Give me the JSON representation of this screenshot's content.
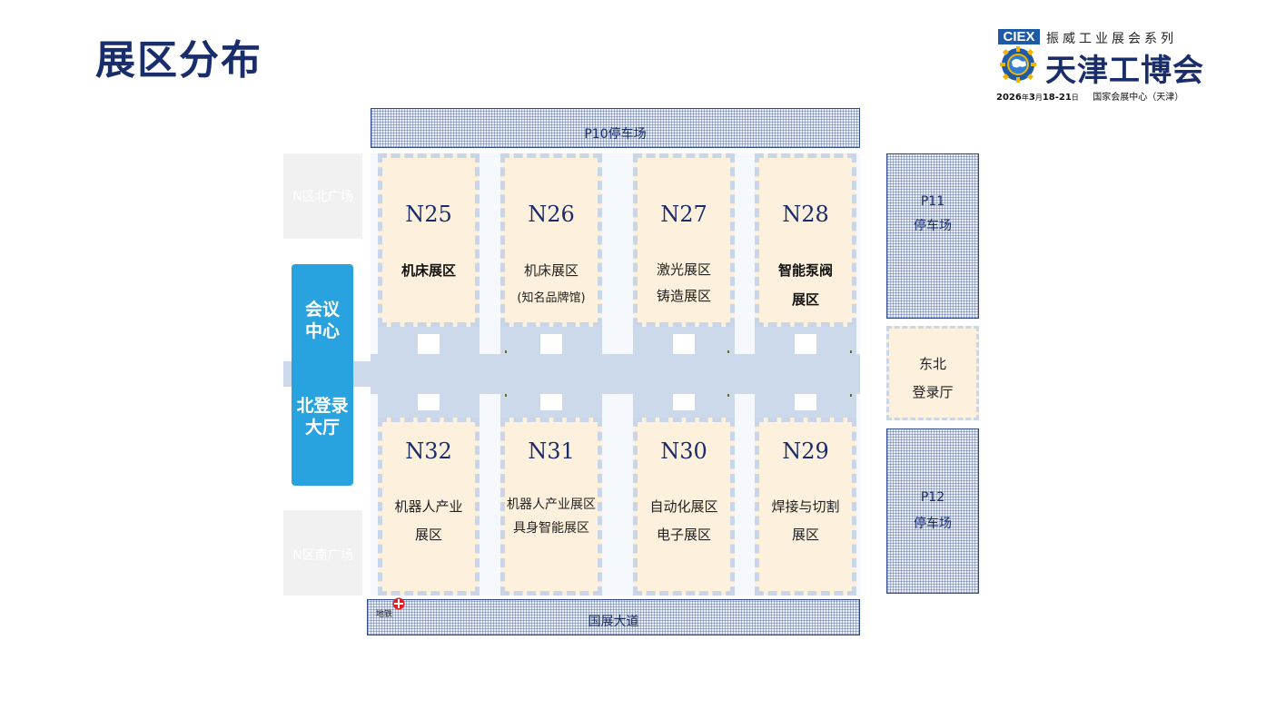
{
  "title": "展区分布",
  "brand": {
    "badge": "CIEX",
    "series": "振威工业展会系列",
    "name": "天津工博会",
    "date_year": "2026",
    "date_year_unit": "年",
    "date_month": "3",
    "date_month_unit": "月",
    "date_days": "18-21",
    "date_day_unit": "日",
    "venue": "国家会展中心（天津）",
    "colors": {
      "primary": "#1a2d6b",
      "accent": "#1f5aa6"
    }
  },
  "parking": {
    "p10": "P10停车场",
    "p11_line1": "P11",
    "p11_line2": "停车场",
    "p12_line1": "P12",
    "p12_line2": "停车场"
  },
  "road": {
    "label": "国展大道",
    "metro_label": "地铁",
    "metro_icon": "metro-icon"
  },
  "plazas": {
    "north": "N区北广场",
    "south": "N区南广场"
  },
  "conference": {
    "line1": "会议",
    "line2": "中心",
    "line3": "北登录",
    "line4": "大厅"
  },
  "northeast_lobby": {
    "line1": "东北",
    "line2": "登录厅"
  },
  "halls": {
    "n25": {
      "code": "N25",
      "l1": "机床展区",
      "l2": ""
    },
    "n26": {
      "code": "N26",
      "l1": "机床展区",
      "l2": "(知名品牌馆)"
    },
    "n27": {
      "code": "N27",
      "l1": "激光展区",
      "l2": "铸造展区"
    },
    "n28": {
      "code": "N28",
      "l1": "智能泵阀",
      "l2": "展区"
    },
    "n32": {
      "code": "N32",
      "l1": "机器人产业",
      "l2": "展区"
    },
    "n31": {
      "code": "N31",
      "l1": "机器人产业展区",
      "l2": "具身智能展区"
    },
    "n30": {
      "code": "N30",
      "l1": "自动化展区",
      "l2": "电子展区"
    },
    "n29": {
      "code": "N29",
      "l1": "焊接与切割",
      "l2": "展区"
    }
  },
  "colors": {
    "hall_fill": "#fdf0dc",
    "corridor": "#ccd9ea",
    "conference": "#29a3df",
    "hatch_border": "#2f4a8a"
  }
}
